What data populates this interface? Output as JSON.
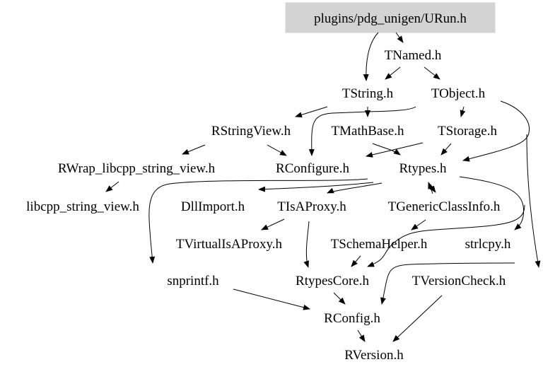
{
  "graph": {
    "nodes": [
      {
        "id": "urun",
        "label": "plugins/pdg_unigen/URun.h",
        "highlighted": true
      },
      {
        "id": "tnamed",
        "label": "TNamed.h"
      },
      {
        "id": "tstring",
        "label": "TString.h"
      },
      {
        "id": "tobject",
        "label": "TObject.h"
      },
      {
        "id": "rstringview",
        "label": "RStringView.h"
      },
      {
        "id": "tmathbase",
        "label": "TMathBase.h"
      },
      {
        "id": "tstorage",
        "label": "TStorage.h"
      },
      {
        "id": "rwrap",
        "label": "RWrap_libcpp_string_view.h"
      },
      {
        "id": "rconfigure",
        "label": "RConfigure.h"
      },
      {
        "id": "rtypes",
        "label": "Rtypes.h"
      },
      {
        "id": "libcpp",
        "label": "libcpp_string_view.h"
      },
      {
        "id": "dllimport",
        "label": "DllImport.h"
      },
      {
        "id": "tisaproxy",
        "label": "TIsAProxy.h"
      },
      {
        "id": "tgenericclassinfo",
        "label": "TGenericClassInfo.h"
      },
      {
        "id": "tvirtualisaproxy",
        "label": "TVirtualIsAProxy.h"
      },
      {
        "id": "tschemahelper",
        "label": "TSchemaHelper.h"
      },
      {
        "id": "strlcpy",
        "label": "strlcpy.h"
      },
      {
        "id": "snprintf",
        "label": "snprintf.h"
      },
      {
        "id": "rtypescore",
        "label": "RtypesCore.h"
      },
      {
        "id": "tversioncheck",
        "label": "TVersionCheck.h"
      },
      {
        "id": "rconfig",
        "label": "RConfig.h"
      },
      {
        "id": "rversion",
        "label": "RVersion.h"
      }
    ],
    "edges": [
      {
        "from": "urun",
        "to": "tnamed"
      },
      {
        "from": "urun",
        "to": "tstring"
      },
      {
        "from": "tnamed",
        "to": "tstring"
      },
      {
        "from": "tnamed",
        "to": "tobject"
      },
      {
        "from": "tstring",
        "to": "rstringview"
      },
      {
        "from": "tstring",
        "to": "tmathbase"
      },
      {
        "from": "tobject",
        "to": "rconfigure"
      },
      {
        "from": "tobject",
        "to": "tstorage"
      },
      {
        "from": "tobject",
        "to": "rtypes"
      },
      {
        "from": "tobject",
        "to": "tversioncheck"
      },
      {
        "from": "rstringview",
        "to": "rwrap"
      },
      {
        "from": "rstringview",
        "to": "rconfigure"
      },
      {
        "from": "tstorage",
        "to": "rconfigure"
      },
      {
        "from": "tstorage",
        "to": "rtypes"
      },
      {
        "from": "tmathbase",
        "to": "rtypes"
      },
      {
        "from": "rwrap",
        "to": "libcpp"
      },
      {
        "from": "rtypes",
        "to": "snprintf"
      },
      {
        "from": "rtypes",
        "to": "dllimport"
      },
      {
        "from": "rtypes",
        "to": "tisaproxy"
      },
      {
        "from": "rtypes",
        "to": "tgenericclassinfo"
      },
      {
        "from": "rtypes",
        "to": "strlcpy"
      },
      {
        "from": "rtypes",
        "to": "rtypescore"
      },
      {
        "from": "tgenericclassinfo",
        "to": "rtypes"
      },
      {
        "from": "tgenericclassinfo",
        "to": "tschemahelper"
      },
      {
        "from": "tisaproxy",
        "to": "tvirtualisaproxy"
      },
      {
        "from": "tisaproxy",
        "to": "rtypescore"
      },
      {
        "from": "tschemahelper",
        "to": "rtypescore"
      },
      {
        "from": "strlcpy",
        "to": "rconfig"
      },
      {
        "from": "snprintf",
        "to": "rconfig"
      },
      {
        "from": "rtypescore",
        "to": "rconfig"
      },
      {
        "from": "tversioncheck",
        "to": "rversion"
      },
      {
        "from": "rconfig",
        "to": "rversion"
      }
    ]
  }
}
